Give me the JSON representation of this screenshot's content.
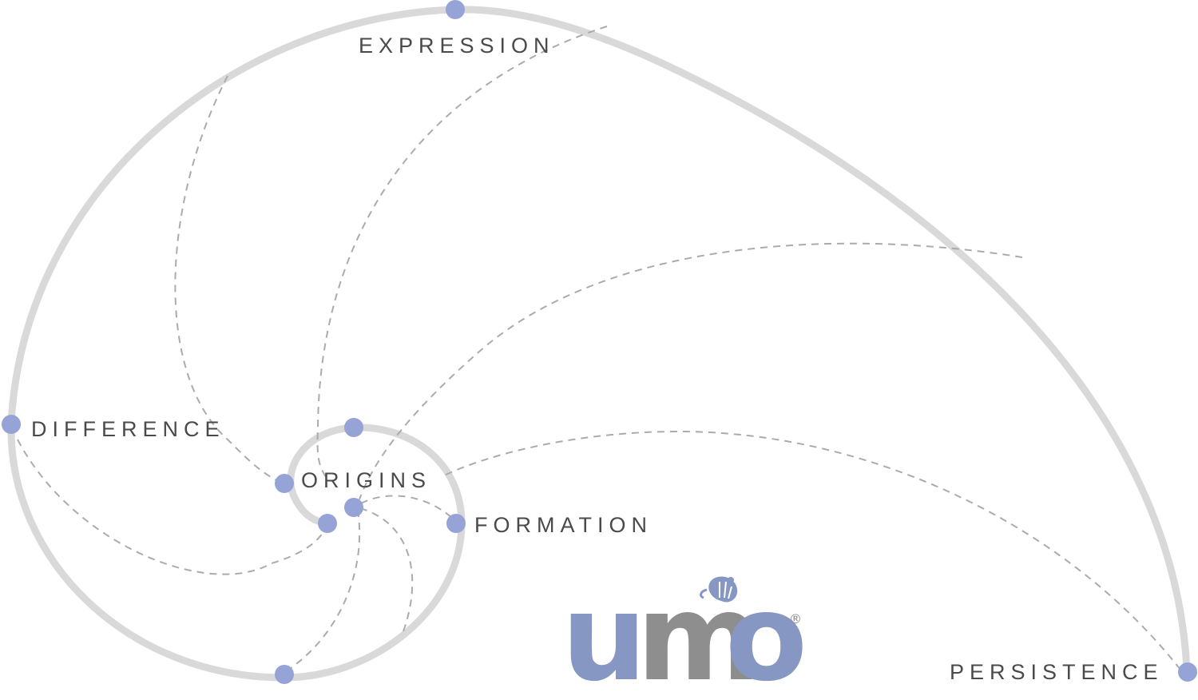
{
  "diagram": {
    "labels": {
      "expression": "EXPRESSION",
      "difference": "DIFFERENCE",
      "origins": "ORIGINS",
      "formation": "FORMATION",
      "persistence": "PERSISTENCE"
    }
  },
  "logo": {
    "letters": [
      "u",
      "m",
      "o"
    ],
    "mark": "®",
    "icon": "nautilus-shell-icon"
  },
  "colors": {
    "spiral": "#d9d9d9",
    "ribs": "#ababab",
    "nodes": "#96a3d6",
    "label_text": "#4a4a4a",
    "logo_blue": "#8797c4",
    "logo_gray": "#8e8e8e"
  }
}
